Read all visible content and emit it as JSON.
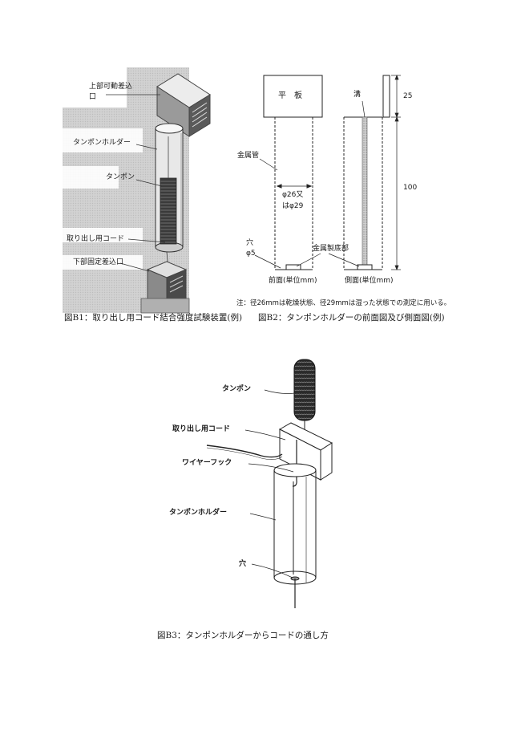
{
  "fig1": {
    "labels": {
      "upper_slot": "上部可動差込",
      "upper_slot_2": "口",
      "holder": "タンポンホルダー",
      "tampon": "タンポン",
      "cord": "取り出し用コード",
      "lower_slot": "下部固定差込口"
    },
    "caption": "図B1：取り出し用コード結合強度試験装置(例)"
  },
  "fig2": {
    "labels": {
      "plate": "平　板",
      "groove": "溝",
      "metal_tube": "金属管",
      "diameter_1": "φ26又",
      "diameter_2": "はφ29",
      "hole": "穴",
      "hole_size": "φ5",
      "metal_bottom": "金属製底部",
      "front": "前面(単位mm)",
      "side": "側面(単位mm)",
      "dim_top": "25",
      "dim_main": "100"
    },
    "note": "注：径26mmは乾燥状態、径29mmは湿った状態での測定に用いる。",
    "caption": "図B2：タンポンホルダーの前面図及び側面図(例)"
  },
  "fig3": {
    "labels": {
      "tampon": "タンポン",
      "cord": "取り出し用コード",
      "hook": "ワイヤーフック",
      "holder": "タンポンホルダー",
      "hole": "穴"
    },
    "caption": "図B3：タンポンホルダーからコードの通し方"
  }
}
